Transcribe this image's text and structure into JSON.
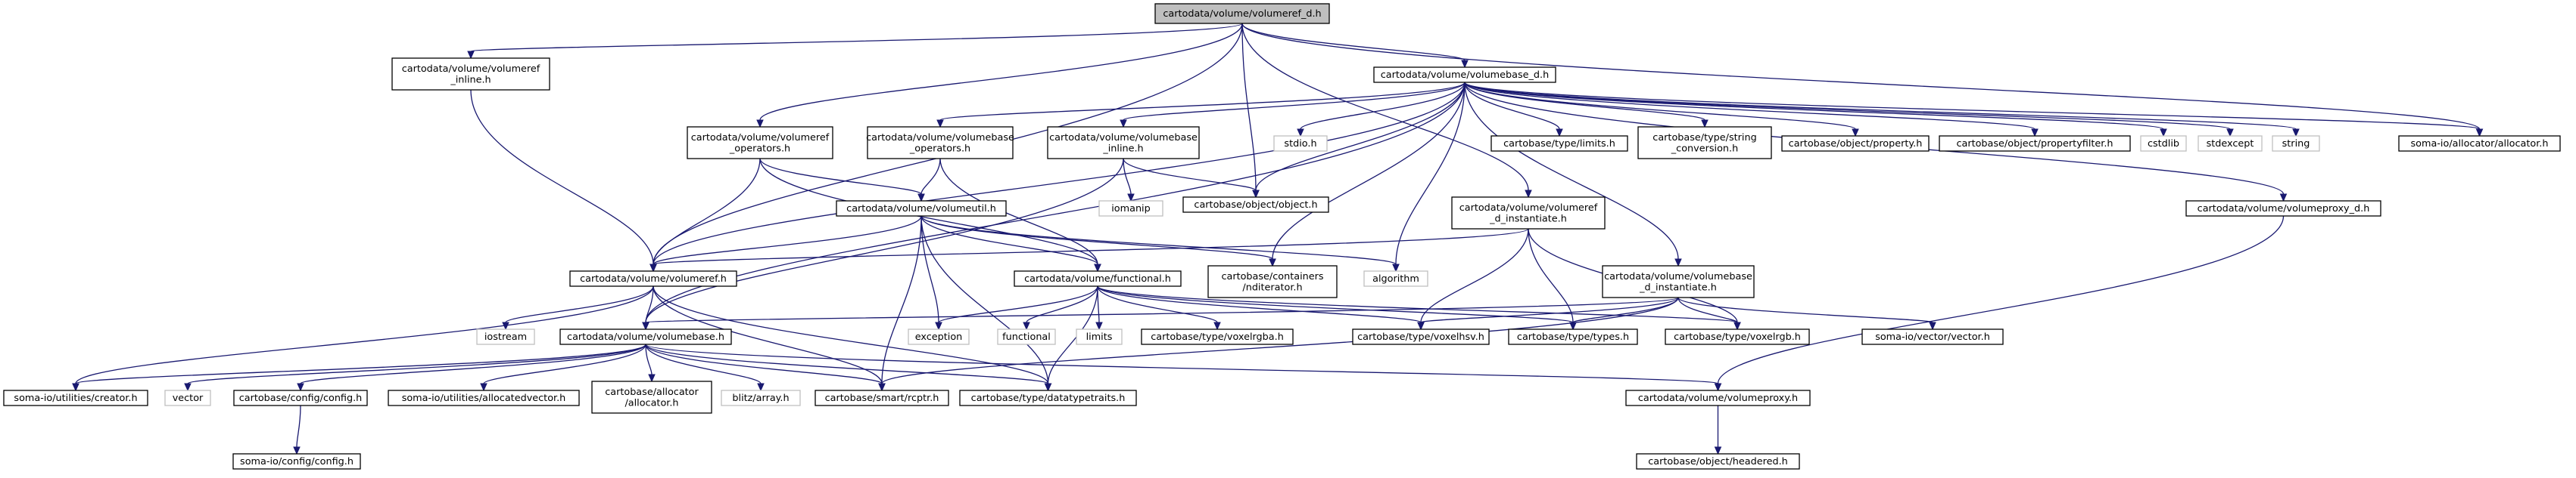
{
  "colors": {
    "edge": "#191970",
    "root_fill": "#bfbfbf",
    "node_fill": "#ffffff",
    "node_stroke": "#000000",
    "system_stroke": "#bfbfbf"
  },
  "root": "volumeref_d",
  "nodes": [
    {
      "id": "volumeref_d",
      "lines": [
        "cartodata/volume/volumeref_d.h"
      ],
      "kind": "root"
    },
    {
      "id": "volumeref_inline",
      "lines": [
        "cartodata/volume/volumeref",
        "_inline.h"
      ],
      "kind": "project"
    },
    {
      "id": "volumebase_d",
      "lines": [
        "cartodata/volume/volumebase_d.h"
      ],
      "kind": "project"
    },
    {
      "id": "volumeref_operators",
      "lines": [
        "cartodata/volume/volumeref",
        "_operators.h"
      ],
      "kind": "project"
    },
    {
      "id": "volumebase_operators",
      "lines": [
        "cartodata/volume/volumebase",
        "_operators.h"
      ],
      "kind": "project"
    },
    {
      "id": "volumebase_inline",
      "lines": [
        "cartodata/volume/volumebase",
        "_inline.h"
      ],
      "kind": "project"
    },
    {
      "id": "stdio",
      "lines": [
        "stdio.h"
      ],
      "kind": "system"
    },
    {
      "id": "cb_limits",
      "lines": [
        "cartobase/type/limits.h"
      ],
      "kind": "project"
    },
    {
      "id": "cb_string_conv",
      "lines": [
        "cartobase/type/string",
        "_conversion.h"
      ],
      "kind": "project"
    },
    {
      "id": "cb_property",
      "lines": [
        "cartobase/object/property.h"
      ],
      "kind": "project"
    },
    {
      "id": "cb_propertyfilter",
      "lines": [
        "cartobase/object/propertyfilter.h"
      ],
      "kind": "project"
    },
    {
      "id": "cstdlib",
      "lines": [
        "cstdlib"
      ],
      "kind": "system"
    },
    {
      "id": "stdexcept",
      "lines": [
        "stdexcept"
      ],
      "kind": "system"
    },
    {
      "id": "string",
      "lines": [
        "string"
      ],
      "kind": "system"
    },
    {
      "id": "soma_allocator",
      "lines": [
        "soma-io/allocator/allocator.h"
      ],
      "kind": "project"
    },
    {
      "id": "iomanip",
      "lines": [
        "iomanip"
      ],
      "kind": "system"
    },
    {
      "id": "cb_object",
      "lines": [
        "cartobase/object/object.h"
      ],
      "kind": "project"
    },
    {
      "id": "volumeref_instantiate",
      "lines": [
        "cartodata/volume/volumeref",
        "_d_instantiate.h"
      ],
      "kind": "project"
    },
    {
      "id": "volumeproxy_d",
      "lines": [
        "cartodata/volume/volumeproxy_d.h"
      ],
      "kind": "project"
    },
    {
      "id": "volumeutil",
      "lines": [
        "cartodata/volume/volumeutil.h"
      ],
      "kind": "project"
    },
    {
      "id": "algorithm",
      "lines": [
        "algorithm"
      ],
      "kind": "system"
    },
    {
      "id": "volumeref",
      "lines": [
        "cartodata/volume/volumeref.h"
      ],
      "kind": "project"
    },
    {
      "id": "cb_nditerator",
      "lines": [
        "cartobase/containers",
        "/nditerator.h"
      ],
      "kind": "project"
    },
    {
      "id": "functional_h",
      "lines": [
        "cartodata/volume/functional.h"
      ],
      "kind": "project"
    },
    {
      "id": "volumebase_instantiate",
      "lines": [
        "cartodata/volume/volumebase",
        "_d_instantiate.h"
      ],
      "kind": "project"
    },
    {
      "id": "iostream",
      "lines": [
        "iostream"
      ],
      "kind": "system"
    },
    {
      "id": "volumebase",
      "lines": [
        "cartodata/volume/volumebase.h"
      ],
      "kind": "project"
    },
    {
      "id": "exception",
      "lines": [
        "exception"
      ],
      "kind": "system"
    },
    {
      "id": "functional_sys",
      "lines": [
        "functional"
      ],
      "kind": "system"
    },
    {
      "id": "limits_sys",
      "lines": [
        "limits"
      ],
      "kind": "system"
    },
    {
      "id": "cb_voxelrgba",
      "lines": [
        "cartobase/type/voxelrgba.h"
      ],
      "kind": "project"
    },
    {
      "id": "cb_voxelhsv",
      "lines": [
        "cartobase/type/voxelhsv.h"
      ],
      "kind": "project"
    },
    {
      "id": "cb_types",
      "lines": [
        "cartobase/type/types.h"
      ],
      "kind": "project"
    },
    {
      "id": "cb_voxelrgb",
      "lines": [
        "cartobase/type/voxelrgb.h"
      ],
      "kind": "project"
    },
    {
      "id": "soma_vector",
      "lines": [
        "soma-io/vector/vector.h"
      ],
      "kind": "project"
    },
    {
      "id": "soma_creator",
      "lines": [
        "soma-io/utilities/creator.h"
      ],
      "kind": "project"
    },
    {
      "id": "vector",
      "lines": [
        "vector"
      ],
      "kind": "system"
    },
    {
      "id": "cb_config",
      "lines": [
        "cartobase/config/config.h"
      ],
      "kind": "project"
    },
    {
      "id": "soma_allocatedvector",
      "lines": [
        "soma-io/utilities/allocatedvector.h"
      ],
      "kind": "project"
    },
    {
      "id": "cb_allocator",
      "lines": [
        "cartobase/allocator",
        "/allocator.h"
      ],
      "kind": "project"
    },
    {
      "id": "blitz_array",
      "lines": [
        "blitz/array.h"
      ],
      "kind": "system"
    },
    {
      "id": "cb_rcptr",
      "lines": [
        "cartobase/smart/rcptr.h"
      ],
      "kind": "project"
    },
    {
      "id": "cb_datatypetraits",
      "lines": [
        "cartobase/type/datatypetraits.h"
      ],
      "kind": "project"
    },
    {
      "id": "volumeproxy",
      "lines": [
        "cartodata/volume/volumeproxy.h"
      ],
      "kind": "project"
    },
    {
      "id": "soma_config",
      "lines": [
        "soma-io/config/config.h"
      ],
      "kind": "project"
    },
    {
      "id": "cb_headered",
      "lines": [
        "cartobase/object/headered.h"
      ],
      "kind": "project"
    }
  ],
  "edges": [
    [
      "volumeref_d",
      "volumeref_inline"
    ],
    [
      "volumeref_d",
      "volumebase_d"
    ],
    [
      "volumeref_d",
      "volumeref_operators"
    ],
    [
      "volumeref_d",
      "volumeref"
    ],
    [
      "volumeref_d",
      "cb_object"
    ],
    [
      "volumeref_d",
      "soma_allocator"
    ],
    [
      "volumeref_d",
      "volumeref_instantiate"
    ],
    [
      "volumeref_inline",
      "volumeref"
    ],
    [
      "volumebase_d",
      "volumebase_operators"
    ],
    [
      "volumebase_d",
      "volumebase_inline"
    ],
    [
      "volumebase_d",
      "stdio"
    ],
    [
      "volumebase_d",
      "cb_limits"
    ],
    [
      "volumebase_d",
      "cb_string_conv"
    ],
    [
      "volumebase_d",
      "cb_property"
    ],
    [
      "volumebase_d",
      "cb_propertyfilter"
    ],
    [
      "volumebase_d",
      "cstdlib"
    ],
    [
      "volumebase_d",
      "stdexcept"
    ],
    [
      "volumebase_d",
      "string"
    ],
    [
      "volumebase_d",
      "soma_allocator"
    ],
    [
      "volumebase_d",
      "cb_object"
    ],
    [
      "volumebase_d",
      "volumeproxy_d"
    ],
    [
      "volumebase_d",
      "volumeref"
    ],
    [
      "volumebase_d",
      "volumebase"
    ],
    [
      "volumebase_d",
      "algorithm"
    ],
    [
      "volumebase_d",
      "cb_nditerator"
    ],
    [
      "volumebase_d",
      "volumebase_instantiate"
    ],
    [
      "volumeref_operators",
      "volumeutil"
    ],
    [
      "volumeref_operators",
      "volumeref"
    ],
    [
      "volumeref_operators",
      "functional_h"
    ],
    [
      "volumebase_operators",
      "functional_h"
    ],
    [
      "volumebase_operators",
      "volumeutil"
    ],
    [
      "volumebase_inline",
      "iomanip"
    ],
    [
      "volumebase_inline",
      "cb_object"
    ],
    [
      "volumebase_inline",
      "volumebase"
    ],
    [
      "volumeref_instantiate",
      "volumeref"
    ],
    [
      "volumeref_instantiate",
      "cb_voxelhsv"
    ],
    [
      "volumeref_instantiate",
      "cb_types"
    ],
    [
      "volumeref_instantiate",
      "cb_voxelrgb"
    ],
    [
      "volumeproxy_d",
      "volumeproxy"
    ],
    [
      "volumeutil",
      "volumeref"
    ],
    [
      "volumeutil",
      "algorithm"
    ],
    [
      "volumeutil",
      "cb_nditerator"
    ],
    [
      "volumeutil",
      "functional_h"
    ],
    [
      "volumeutil",
      "exception"
    ],
    [
      "volumeutil",
      "cb_rcptr"
    ],
    [
      "volumeutil",
      "cb_datatypetraits"
    ],
    [
      "volumeref",
      "iostream"
    ],
    [
      "volumeref",
      "volumebase"
    ],
    [
      "volumeref",
      "soma_creator"
    ],
    [
      "volumeref",
      "cb_rcptr"
    ],
    [
      "volumeref",
      "cb_datatypetraits"
    ],
    [
      "functional_h",
      "exception"
    ],
    [
      "functional_h",
      "functional_sys"
    ],
    [
      "functional_h",
      "limits_sys"
    ],
    [
      "functional_h",
      "cb_voxelrgba"
    ],
    [
      "functional_h",
      "cb_voxelhsv"
    ],
    [
      "functional_h",
      "cb_types"
    ],
    [
      "functional_h",
      "cb_voxelrgb"
    ],
    [
      "functional_h",
      "cb_datatypetraits"
    ],
    [
      "volumebase_instantiate",
      "volumebase"
    ],
    [
      "volumebase_instantiate",
      "cb_voxelhsv"
    ],
    [
      "volumebase_instantiate",
      "cb_types"
    ],
    [
      "volumebase_instantiate",
      "cb_voxelrgb"
    ],
    [
      "volumebase_instantiate",
      "soma_vector"
    ],
    [
      "volumebase_instantiate",
      "cb_rcptr"
    ],
    [
      "volumebase",
      "soma_creator"
    ],
    [
      "volumebase",
      "vector"
    ],
    [
      "volumebase",
      "cb_config"
    ],
    [
      "volumebase",
      "soma_allocatedvector"
    ],
    [
      "volumebase",
      "cb_allocator"
    ],
    [
      "volumebase",
      "blitz_array"
    ],
    [
      "volumebase",
      "cb_rcptr"
    ],
    [
      "volumebase",
      "cb_datatypetraits"
    ],
    [
      "volumebase",
      "volumeproxy"
    ],
    [
      "cb_config",
      "soma_config"
    ],
    [
      "volumeproxy",
      "cb_headered"
    ]
  ]
}
